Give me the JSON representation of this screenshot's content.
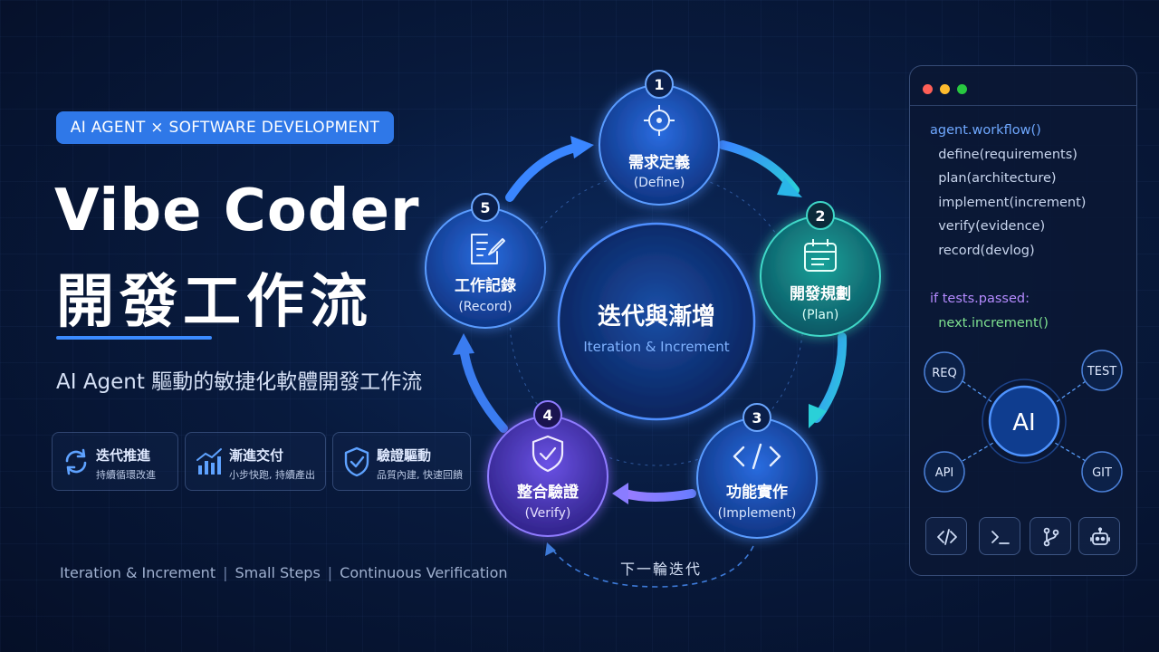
{
  "tagline": "AI AGENT × SOFTWARE DEVELOPMENT",
  "title_line1": "Vibe Coder",
  "title_line2": "開發工作流",
  "subtitle": "AI Agent 驅動的敏捷化軟體開發工作流",
  "features": [
    {
      "icon": "cycle-arrows-icon",
      "title": "迭代推進",
      "desc": "持續循環改進"
    },
    {
      "icon": "bar-chart-icon",
      "title": "漸進交付",
      "desc": "小步快跑, 持續產出"
    },
    {
      "icon": "shield-check-icon",
      "title": "驗證驅動",
      "desc": "品質內建, 快速回饋"
    }
  ],
  "footer_tags": [
    "Iteration & Increment",
    "Small Steps",
    "Continuous Verification"
  ],
  "center": {
    "title": "迭代與漸增",
    "subtitle": "Iteration & Increment"
  },
  "stages": [
    {
      "num": "1",
      "title": "需求定義",
      "en": "(Define)",
      "icon": "target-icon",
      "color": "#2f7af0"
    },
    {
      "num": "2",
      "title": "開發規劃",
      "en": "(Plan)",
      "icon": "calendar-icon",
      "color": "#18a89a"
    },
    {
      "num": "3",
      "title": "功能實作",
      "en": "(Implement)",
      "icon": "code-brackets-icon",
      "color": "#2f7af0"
    },
    {
      "num": "4",
      "title": "整合驗證",
      "en": "(Verify)",
      "icon": "shield-check-icon",
      "color": "#6a4ee0"
    },
    {
      "num": "5",
      "title": "工作記錄",
      "en": "(Record)",
      "icon": "document-edit-icon",
      "color": "#2f7af0"
    }
  ],
  "next_iteration": "下一輪迭代",
  "code_panel": {
    "window_dots": [
      "#ff5f57",
      "#febc2e",
      "#28c840"
    ],
    "lines": [
      {
        "text": "agent.workflow()",
        "kind": "c1"
      },
      {
        "text": "  define(requirements)",
        "kind": "c2"
      },
      {
        "text": "  plan(architecture)",
        "kind": "c2"
      },
      {
        "text": "  implement(increment)",
        "kind": "c2"
      },
      {
        "text": "  verify(evidence)",
        "kind": "c2"
      },
      {
        "text": "  record(devlog)",
        "kind": "c2"
      },
      {
        "text": "",
        "kind": "c2"
      },
      {
        "text": "if tests.passed:",
        "kind": "c3"
      },
      {
        "text": "  next.increment()",
        "kind": "c4"
      }
    ],
    "hub": "AI",
    "nodes": [
      "REQ",
      "TEST",
      "API",
      "GIT"
    ],
    "tools": [
      "code-icon",
      "terminal-icon",
      "git-branch-icon",
      "robot-icon"
    ]
  }
}
